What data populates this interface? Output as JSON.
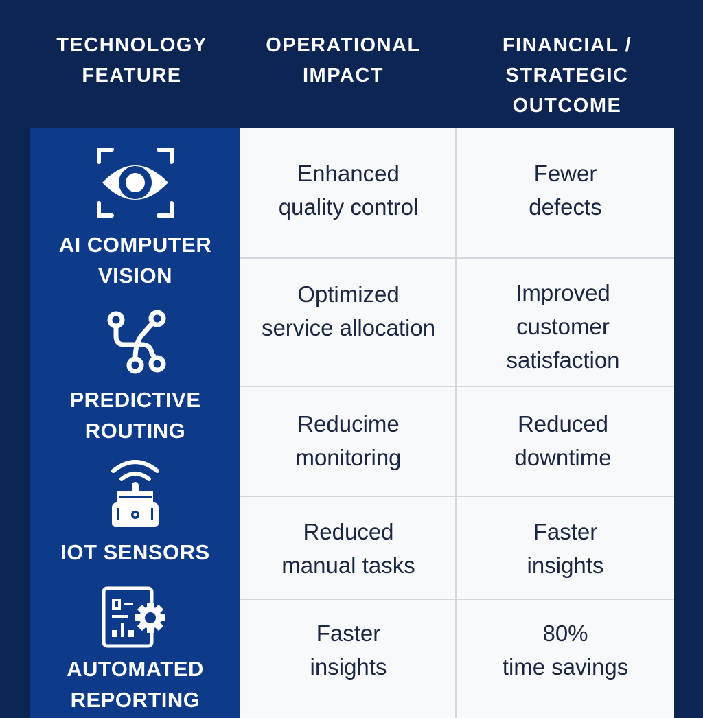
{
  "headers": {
    "feature": [
      "TECHNOLOGY",
      "FEATURE"
    ],
    "operational": [
      "OPERATIONAL",
      "IMPACT"
    ],
    "financial": [
      "FINANCIAL /",
      "STRATEGIC",
      "OUTCOME"
    ]
  },
  "features": [
    {
      "icon": "eye-scan-icon",
      "label": [
        "AI COMPUTER",
        "VISION"
      ]
    },
    {
      "icon": "routing-nodes-icon",
      "label": [
        "PREDICTIVE",
        "ROUTING"
      ]
    },
    {
      "icon": "wireless-sensor-icon",
      "label": [
        "IOT SENSORS"
      ]
    },
    {
      "icon": "report-gear-icon",
      "label": [
        "AUTOMATED",
        "REPORTING"
      ]
    }
  ],
  "rows": [
    {
      "operational": [
        "Enhanced",
        "quality control"
      ],
      "financial": [
        "Fewer",
        "defects"
      ]
    },
    {
      "operational": [
        "Optimized",
        "service allocation"
      ],
      "financial": [
        "Improved",
        "customer",
        "satisfaction"
      ]
    },
    {
      "operational": [
        "Reducime",
        "monitoring"
      ],
      "financial": [
        "Reduced",
        "downtime"
      ]
    },
    {
      "operational": [
        "Reduced",
        "manual tasks"
      ],
      "financial": [
        "Faster",
        "insights"
      ]
    },
    {
      "operational": [
        "Faster",
        "insights"
      ],
      "financial": [
        "80%",
        "time savings"
      ]
    }
  ],
  "colors": {
    "background": "#0c2552",
    "feature_column": "#0d3b8a",
    "table": "#f8f9fb",
    "cell_text": "#1b2740"
  }
}
